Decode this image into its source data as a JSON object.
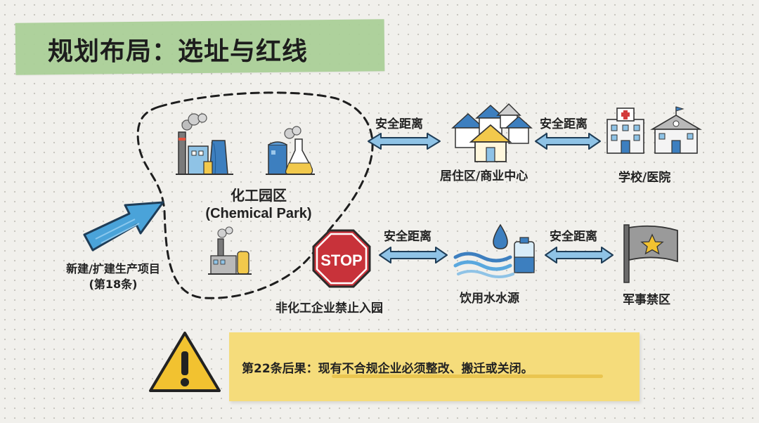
{
  "title": "规划布局：选址与红线",
  "chemical_park": {
    "label_cn": "化工园区",
    "label_en": "(Chemical Park)"
  },
  "new_project": {
    "line1": "新建/扩建生产项目",
    "line2": "(第18条)"
  },
  "stop": {
    "sign_text": "STOP",
    "label": "非化工企业禁止入园"
  },
  "safety_distance_label": "安全距离",
  "places": {
    "residential": "居住区/商业中心",
    "school_hospital": "学校/医院",
    "drinking_water": "饮用水水源",
    "military": "军事禁区"
  },
  "consequence_note": "第22条后果：现有不合规企业必须整改、搬迁或关闭。",
  "colors": {
    "tape_green": "#a9cf97",
    "arrow_blue": "#4aa3d9",
    "stop_red": "#c8323a",
    "warning_yellow": "#f2c230",
    "note_yellow": "#f5dc7b"
  }
}
